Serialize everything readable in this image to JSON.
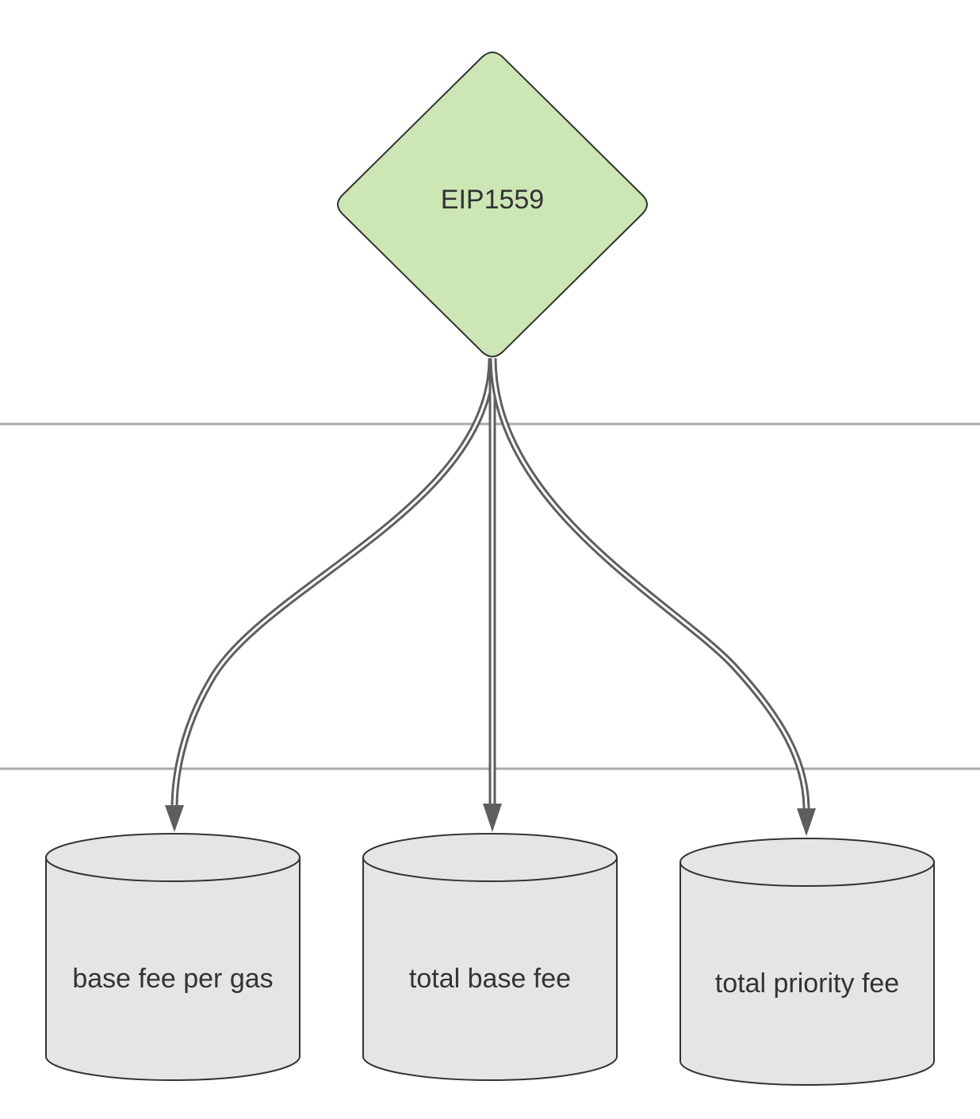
{
  "diagram": {
    "nodes": {
      "root": {
        "label": "EIP1559",
        "shape": "diamond",
        "fill": "#cde6b5",
        "stroke": "#333333"
      },
      "base_fee_per_gas": {
        "label": "base fee per gas",
        "shape": "cylinder",
        "fill": "#e5e5e5",
        "stroke": "#333333"
      },
      "total_base_fee": {
        "label": "total base fee",
        "shape": "cylinder",
        "fill": "#e5e5e5",
        "stroke": "#333333"
      },
      "total_priority_fee": {
        "label": "total priority fee",
        "shape": "cylinder",
        "fill": "#e5e5e5",
        "stroke": "#333333"
      }
    },
    "edges": [
      {
        "from": "root",
        "to": "base_fee_per_gas",
        "style": "double-line-arrow"
      },
      {
        "from": "root",
        "to": "total_base_fee",
        "style": "double-line-arrow"
      },
      {
        "from": "root",
        "to": "total_priority_fee",
        "style": "double-line-arrow"
      }
    ],
    "colors": {
      "edge": "#5e5e5e",
      "separator": "#aaaaaa"
    }
  }
}
